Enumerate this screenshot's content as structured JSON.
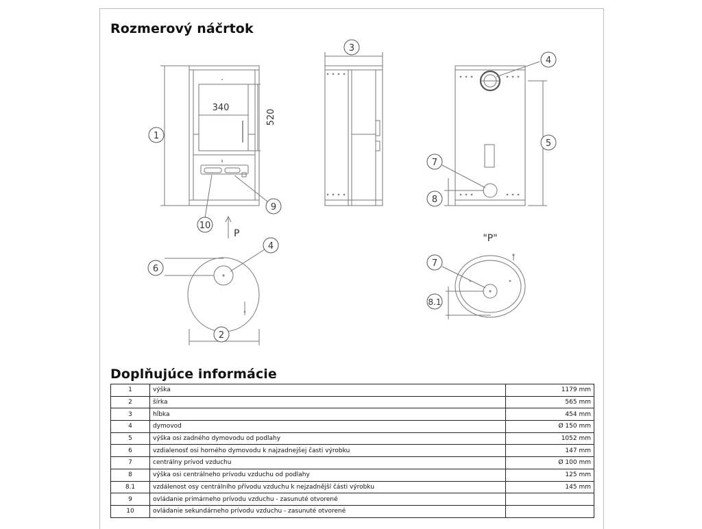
{
  "headings": {
    "sketch": "Rozmerový náčrtok",
    "info": "Doplňujúce informácie"
  },
  "drawing": {
    "callouts": {
      "c1": "1",
      "c2": "2",
      "c3": "3",
      "c4a": "4",
      "c4b": "4",
      "c5": "5",
      "c6": "6",
      "c7a": "7",
      "c7b": "7",
      "c8": "8",
      "c81": "8.1",
      "c9": "9",
      "c10": "10"
    },
    "dims": {
      "door_width": "340",
      "door_height": "520"
    },
    "labels": {
      "arrow_p": "P",
      "view_p": "\"P\""
    }
  },
  "info_table": {
    "rows": [
      {
        "num": "1",
        "desc": "výška",
        "value": "1179 mm"
      },
      {
        "num": "2",
        "desc": "šírka",
        "value": "565 mm"
      },
      {
        "num": "3",
        "desc": "hĺbka",
        "value": "454 mm"
      },
      {
        "num": "4",
        "desc": "dymovod",
        "value": "Ø 150 mm"
      },
      {
        "num": "5",
        "desc": "výška osi zadného dymovodu od podlahy",
        "value": "1052 mm"
      },
      {
        "num": "6",
        "desc": "vzdialenosť osi horného dymovodu k najzadnejšej časti výrobku",
        "value": "147 mm"
      },
      {
        "num": "7",
        "desc": "centrálny prívod vzduchu",
        "value": "Ø 100 mm"
      },
      {
        "num": "8",
        "desc": "výška osi centrálneho prívodu vzduchu od podlahy",
        "value": "125 mm"
      },
      {
        "num": "8.1",
        "desc": "vzdálenost osy centrálního přívodu vzduchu k nejzadnější části výrobku",
        "value": "145 mm"
      },
      {
        "num": "9",
        "desc": "ovládanie primárneho prívodu vzduchu - zasunuté otvorené",
        "value": ""
      },
      {
        "num": "10",
        "desc": "ovládanie sekundárneho prívodu vzduchu - zasunuté otvorené",
        "value": ""
      }
    ]
  }
}
